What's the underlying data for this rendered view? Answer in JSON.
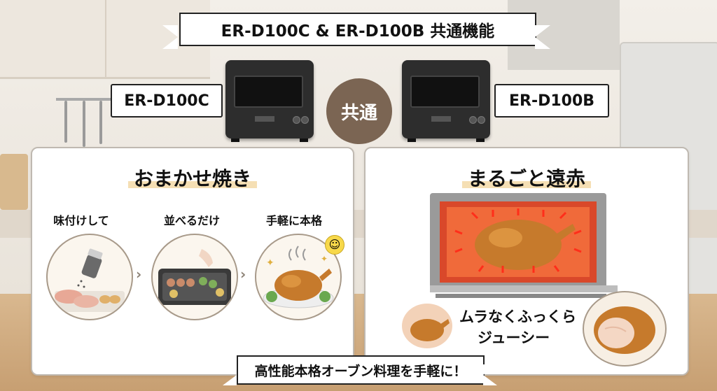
{
  "top_banner": "ER-D100C & ER-D100B 共通機能",
  "model_left": "ER-D100C",
  "model_right": "ER-D100B",
  "common_label": "共通",
  "left_panel": {
    "heading": "おまかせ焼き",
    "steps": [
      "味付けして",
      "並べるだけ",
      "手軽に本格"
    ]
  },
  "right_panel": {
    "heading": "まるごと遠赤",
    "caption_line1": "ムラなくふっくら",
    "caption_line2": "ジューシー"
  },
  "bottom_banner": "高性能本格オーブン料理を手軽に！",
  "colors": {
    "accent_brown": "#7b6553",
    "highlight": "#f5dfb4",
    "oven_glow": "#e8502a"
  },
  "icons": [
    "salt-shaker-icon",
    "skewer-tray-icon",
    "roast-chicken-icon",
    "smiley-icon",
    "heat-arrow-icon"
  ]
}
